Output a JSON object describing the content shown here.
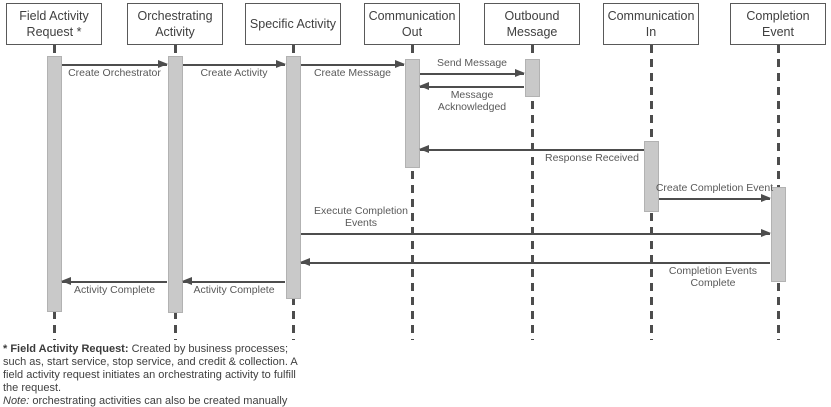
{
  "diagram": {
    "type": "uml-sequence-diagram",
    "actors": [
      {
        "name": "Field Activity Request *"
      },
      {
        "name": "Orchestrating Activity"
      },
      {
        "name": "Specific Activity"
      },
      {
        "name": "Communication Out"
      },
      {
        "name": "Outbound Message"
      },
      {
        "name": "Communication In"
      },
      {
        "name": "Completion Event"
      }
    ],
    "messages": [
      {
        "label": "Create Orchestrator",
        "from": "Field Activity Request *",
        "to": "Orchestrating Activity",
        "direction": "right"
      },
      {
        "label": "Create Activity",
        "from": "Orchestrating Activity",
        "to": "Specific Activity",
        "direction": "right"
      },
      {
        "label": "Create Message",
        "from": "Specific Activity",
        "to": "Communication Out",
        "direction": "right"
      },
      {
        "label": "Send Message",
        "from": "Communication Out",
        "to": "Outbound Message",
        "direction": "right"
      },
      {
        "label": "Message Acknowledged",
        "from": "Outbound Message",
        "to": "Communication Out",
        "direction": "left"
      },
      {
        "label": "Response Received",
        "from": "Communication In",
        "to": "Communication Out",
        "direction": "left"
      },
      {
        "label": "Create Completion Event",
        "from": "Communication In",
        "to": "Completion Event",
        "direction": "right"
      },
      {
        "label": "Execute Completion Events",
        "from": "Specific Activity",
        "to": "Completion Event",
        "direction": "right"
      },
      {
        "label": "Completion Events Complete",
        "from": "Completion Event",
        "to": "Specific Activity",
        "direction": "left"
      },
      {
        "label": "Activity Complete",
        "from": "Specific Activity",
        "to": "Orchestrating Activity",
        "direction": "left"
      },
      {
        "label": "Activity Complete",
        "from": "Orchestrating Activity",
        "to": "Field Activity Request *",
        "direction": "left"
      }
    ],
    "footnote": {
      "bold_prefix": "* Field Activity Request:",
      "body": " Created by business processes; such as, start service, stop service, and credit & collection. A field activity request initiates an orchestrating activity to fulfill the request.",
      "note_label": "Note:",
      "note_body": " orchestrating activities can also be created manually and through external application requests."
    },
    "colors": {
      "box_border": "#595959",
      "box_text": "#404040",
      "activation_fill": "#c9c9c9",
      "line": "#4d4d4d",
      "label_text": "#595959"
    }
  }
}
